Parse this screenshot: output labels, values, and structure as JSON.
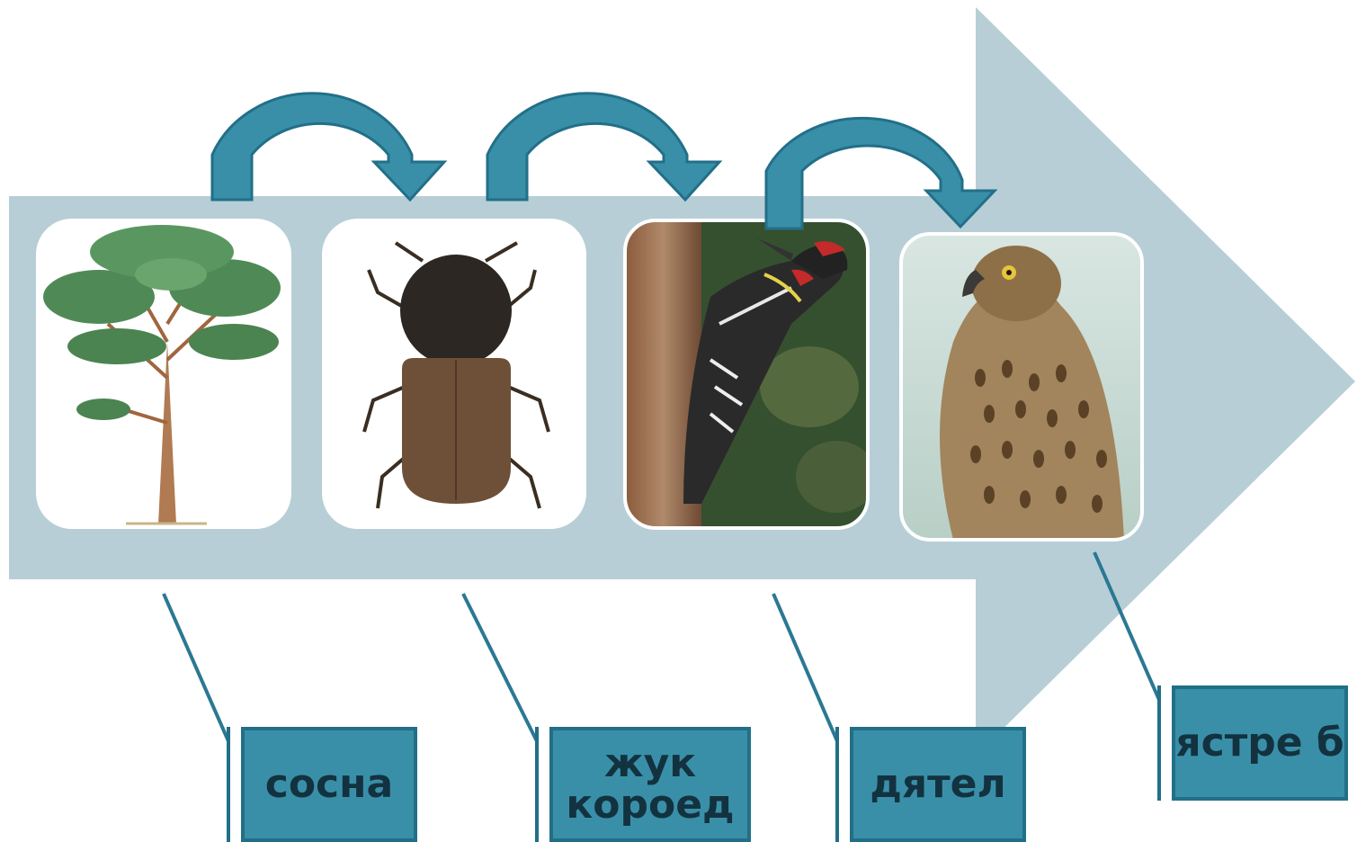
{
  "colors": {
    "big_arrow": "#b7ced7",
    "curved_arrow": "#3a8fa8",
    "curved_arrow_edge": "#226f88",
    "label_fill": "#3a8fa8",
    "label_text": "#13323f",
    "connector_line": "#2b7893"
  },
  "chain": [
    {
      "label": "сосна",
      "image": "pine-tree-illustration"
    },
    {
      "label": "жук короед",
      "image": "bark-beetle-illustration"
    },
    {
      "label": "дятел",
      "image": "woodpecker-photo"
    },
    {
      "label": "ястре б",
      "image": "hawk-illustration"
    }
  ]
}
